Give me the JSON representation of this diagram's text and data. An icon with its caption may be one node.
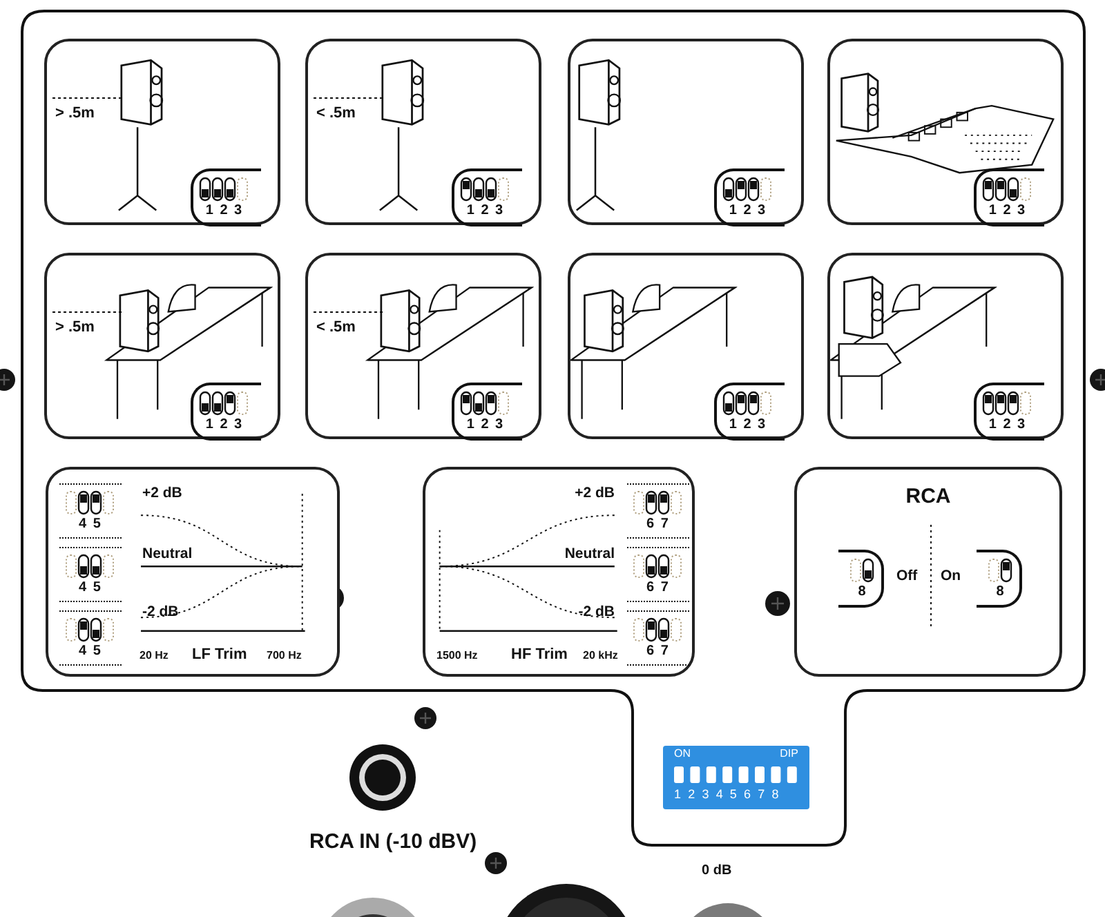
{
  "diagram": {
    "nodes": [
      {
        "text": [
          "> .5m",
          "1 2 3"
        ]
      },
      {
        "text": [
          "< .5m",
          "1 2 3"
        ]
      },
      {
        "text": [
          "1 2 3"
        ]
      },
      {
        "text": [
          "1 2 3"
        ]
      },
      {
        "text": [
          "> .5m",
          "1 2 3"
        ]
      },
      {
        "text": [
          "< .5m",
          "1 2 3"
        ]
      },
      {
        "text": [
          "1 2 3"
        ]
      },
      {
        "text": [
          "1 2 3"
        ]
      },
      {
        "text": [
          "4 5",
          "4 5",
          "4 5",
          "+2 dB",
          "Neutral",
          "-2 dB",
          "20 Hz",
          "LF Trim",
          "700 Hz"
        ]
      },
      {
        "text": [
          "+2 dB",
          "6 7",
          "Neutral",
          "6 7",
          "-2 dB",
          "6 7",
          "1500 Hz",
          "HF Trim",
          "20 kHz"
        ]
      },
      {
        "text": [
          "RCA",
          "8",
          "Off",
          "On",
          "8"
        ]
      },
      {
        "text": [
          "ON",
          "DIP",
          "1 2 3 4 5 6 7 8"
        ]
      }
    ],
    "labels": [
      "RCA IN (-10 dBV)",
      "0 dB"
    ]
  }
}
